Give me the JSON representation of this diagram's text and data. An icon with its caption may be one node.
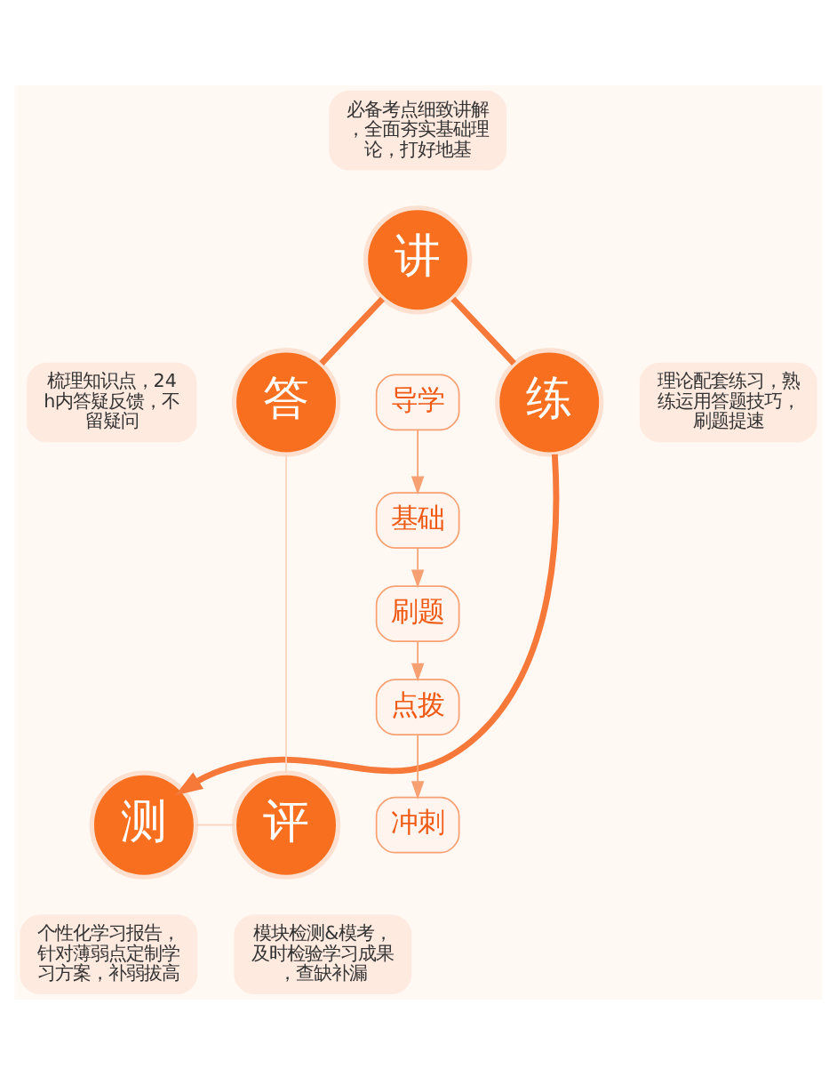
{
  "diagram": {
    "nodes": [
      {
        "text": [
          "必备考点细致讲解，全面夯实基础理论，打好地基"
        ]
      },
      {
        "text": [
          "梳理知识点，24h内答疑反馈，不留疑问"
        ]
      },
      {
        "text": [
          "讲"
        ]
      },
      {
        "text": [
          "理论配套练习，熟练运用答题技巧，刷题提速"
        ]
      },
      {
        "text": [
          "答"
        ]
      },
      {
        "text": [
          "练"
        ]
      },
      {
        "text": [
          "导学"
        ]
      },
      {
        "text": [
          "基础"
        ]
      },
      {
        "text": [
          "刷题"
        ]
      },
      {
        "text": [
          "点拨"
        ]
      },
      {
        "text": [
          "冲刺"
        ]
      },
      {
        "text": [
          "评"
        ]
      },
      {
        "text": [
          "测"
        ]
      },
      {
        "text": [
          "个性化学习报告，针对薄弱点定制学习方案，补弱拔高"
        ]
      },
      {
        "text": [
          "模块检测&模考，及时检验学习成果，查缺补漏"
        ]
      }
    ],
    "edges": [
      {
        "from": 4,
        "to": 2,
        "arrow": "none",
        "style": "thick"
      },
      {
        "from": 2,
        "to": 5,
        "arrow": "none",
        "style": "thick"
      },
      {
        "from": 5,
        "to": 12,
        "arrow": "to",
        "style": "thick"
      },
      {
        "from": 12,
        "to": 11,
        "arrow": "none",
        "color": "#fbd3bd"
      },
      {
        "from": 11,
        "to": 4,
        "arrow": "none",
        "color": "#fbd3bd"
      },
      {
        "from": 6,
        "to": 7,
        "arrow": "to",
        "color": "#f7a173"
      },
      {
        "from": 7,
        "to": 8,
        "arrow": "to",
        "color": "#f7a173"
      },
      {
        "from": 8,
        "to": 9,
        "arrow": "to",
        "color": "#f7a173"
      },
      {
        "from": 9,
        "to": 10,
        "arrow": "to",
        "color": "#f7a173"
      }
    ]
  }
}
